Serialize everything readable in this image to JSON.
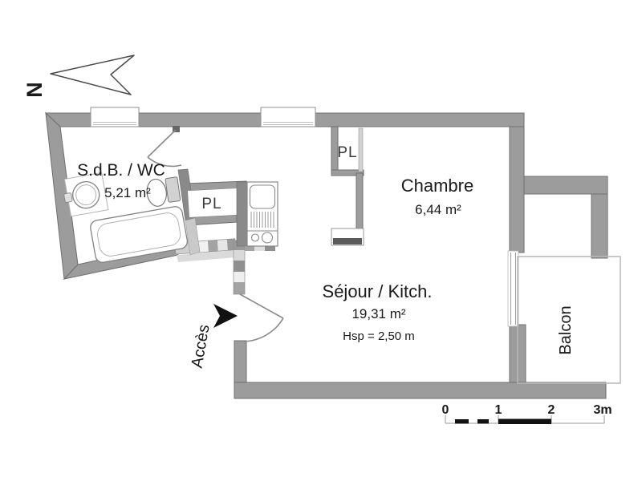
{
  "north": {
    "label": "N"
  },
  "rooms": {
    "bathroom": {
      "name": "S.d.B. / WC",
      "area": "5,21 m²"
    },
    "bedroom": {
      "name": "Chambre",
      "area": "6,44 m²"
    },
    "living": {
      "name": "Séjour / Kitch.",
      "area": "19,31 m²",
      "ceiling": "Hsp = 2,50 m"
    },
    "balcony": {
      "name": "Balcon"
    }
  },
  "closets": {
    "bathroom_pl": "PL",
    "bedroom_pl": "PL"
  },
  "access": {
    "label": "Accès"
  },
  "scale_bar": {
    "ticks": [
      "0",
      "1",
      "2",
      "3m"
    ]
  },
  "colors": {
    "wall": "#9c9c9c",
    "wallOutline": "#6f6f6f",
    "darkWall": "#8a8a8a",
    "lightWall": "#d2d2d2",
    "text": "#1a1a1a",
    "background": "#ffffff",
    "doorStroke": "#8a8a8a",
    "balconyOutline": "#b8b8b8",
    "scaleInk": "#111111"
  }
}
